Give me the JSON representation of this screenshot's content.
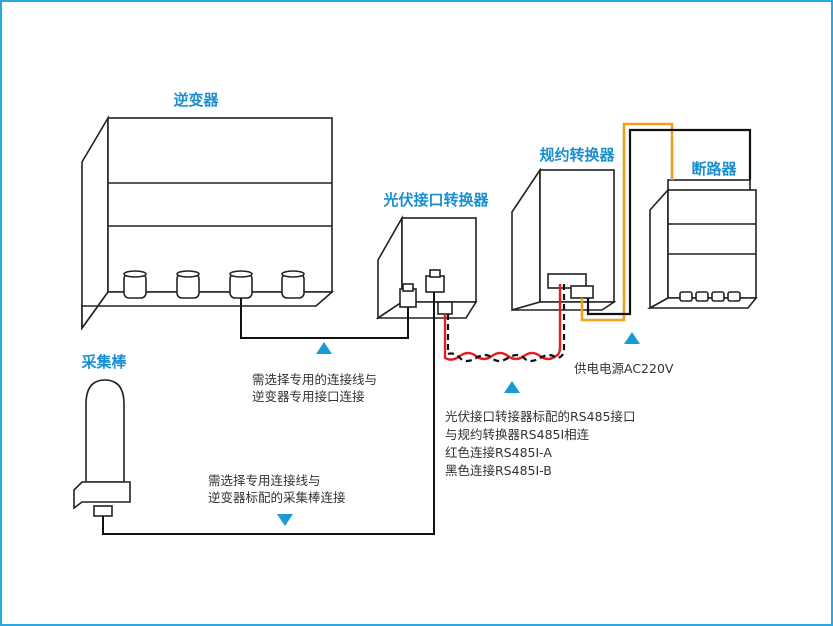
{
  "colors": {
    "title": "#1a8fd0",
    "note": "#333333",
    "frame": "#2aa6e0",
    "arrow": "#1a9ad6",
    "rs485_red": "#e02020",
    "rs485_black": "#111111",
    "power_orange": "#f0a020"
  },
  "labels": {
    "inverter": "逆变器",
    "pv_converter": "光伏接口转换器",
    "protocol_converter": "规约转换器",
    "breaker": "断路器",
    "collector": "采集棒"
  },
  "notes": {
    "inverter_cable": [
      "需选择专用的连接线与",
      "逆变器专用接口连接"
    ],
    "collector_cable": [
      "需选择专用连接线与",
      "逆变器标配的采集棒连接"
    ],
    "rs485": [
      "光伏接口转接器标配的RS485接口",
      "与规约转换器RS485I相连",
      "红色连接RS485I-A",
      "黑色连接RS485I-B"
    ],
    "power": "供电电源AC220V"
  }
}
